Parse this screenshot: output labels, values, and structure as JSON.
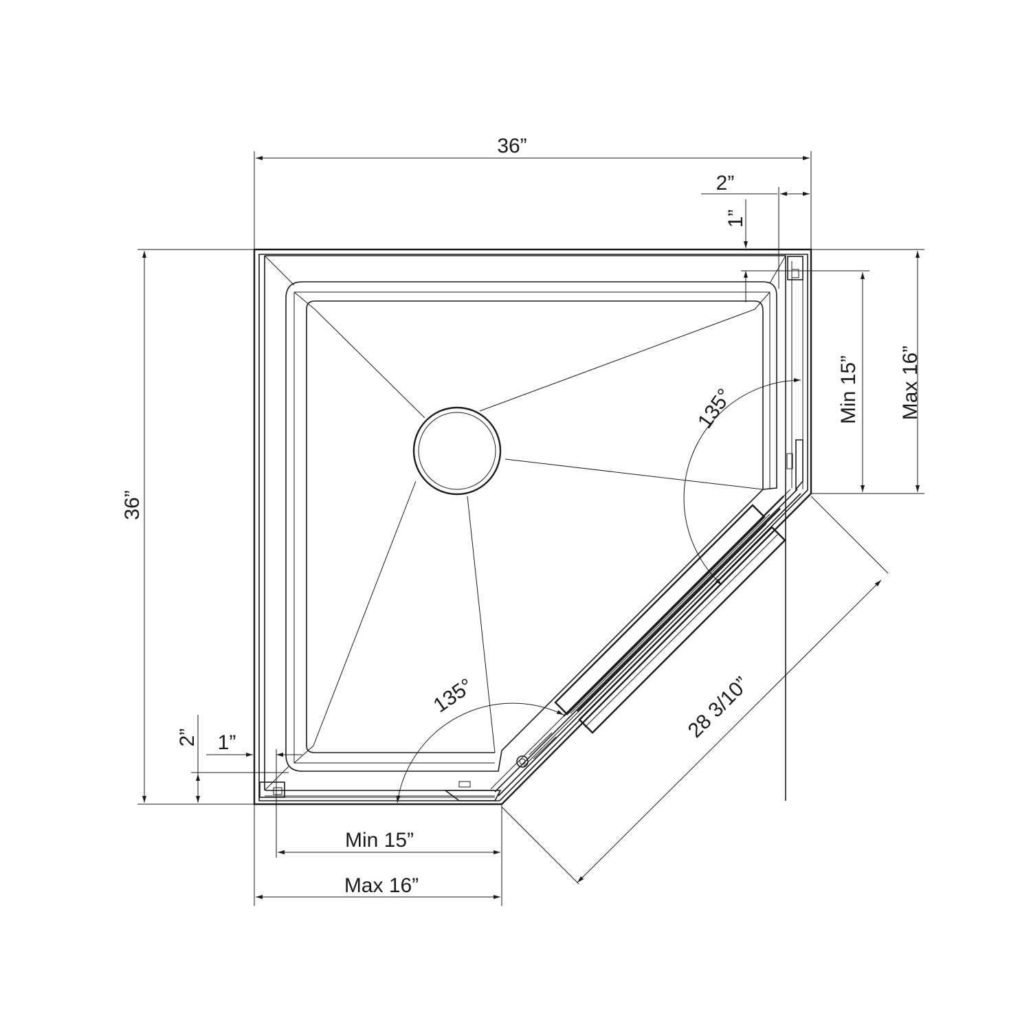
{
  "dimensions": {
    "top_width": "36”",
    "left_height": "36”",
    "top_return": "2”",
    "top_offset": "1”",
    "right_min": "Min 15”",
    "right_max": "Max 16”",
    "bottom_min": "Min 15”",
    "bottom_max": "Max 16”",
    "left_return": "2”",
    "left_offset": "1”",
    "diagonal": "28 3/10”",
    "angle_upper": "135°",
    "angle_lower": "135°"
  },
  "colors": {
    "line": "#1a1a1a",
    "background": "#ffffff"
  }
}
